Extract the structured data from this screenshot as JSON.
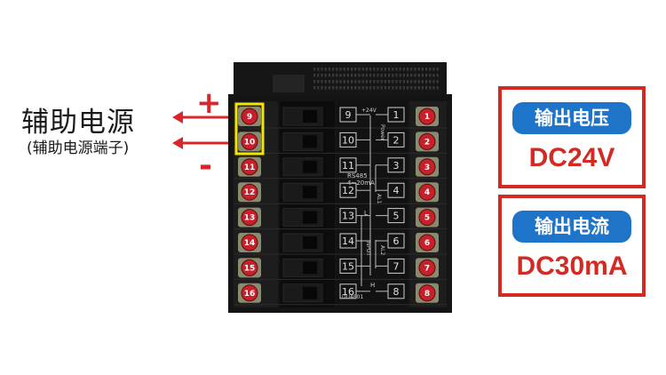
{
  "aux_power": {
    "title": "辅助电源",
    "subtitle": "(辅助电源端子)",
    "plus": "+",
    "minus": "-"
  },
  "output_voltage": {
    "label": "输出电压",
    "value": "DC24V"
  },
  "output_current": {
    "label": "输出电流",
    "value": "DC30mA"
  },
  "device": {
    "left_terminals": [
      "9",
      "10",
      "11",
      "12",
      "13",
      "14",
      "15",
      "16"
    ],
    "right_terminals": [
      "1",
      "2",
      "3",
      "4",
      "5",
      "6",
      "7",
      "8"
    ],
    "diagram_left_numbers": [
      "9",
      "10",
      "11",
      "12",
      "13",
      "14",
      "15",
      "16"
    ],
    "diagram_right_numbers": [
      "1",
      "2",
      "3",
      "4",
      "5",
      "6",
      "7",
      "8"
    ],
    "label_24v": "+24V",
    "label_power": "Power",
    "label_rs485": "RS485",
    "label_4_20ma": "4~20mA",
    "label_al1": "AL1",
    "label_input": "INPUT",
    "label_al2": "AL2",
    "label_l": "L",
    "label_h": "H",
    "model": "DU4E01"
  },
  "colors": {
    "accent_red": "#d42a24",
    "badge_blue": "#1d74c8",
    "highlight_yellow": "#f2e600"
  }
}
